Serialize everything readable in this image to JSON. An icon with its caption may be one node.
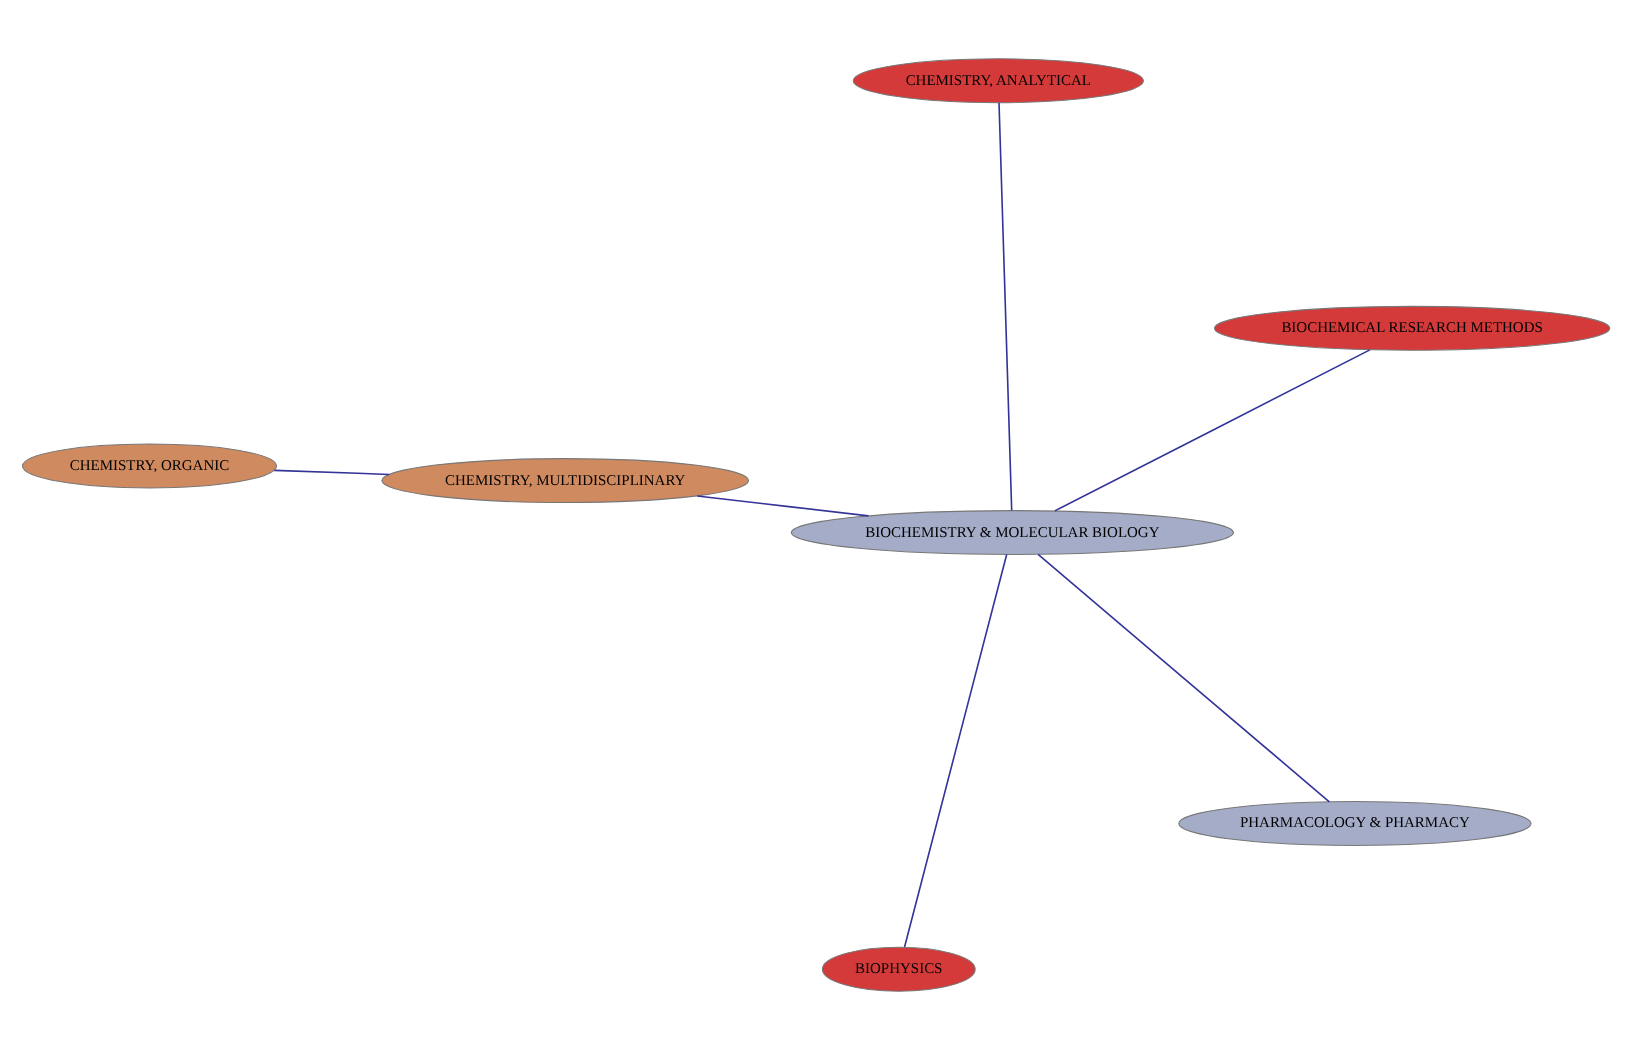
{
  "diagram": {
    "nodes": [
      {
        "text": [
          "BIOPHYSICS"
        ]
      },
      {
        "text": [
          "PHARMACOLOGY & PHARMACY"
        ]
      },
      {
        "text": [
          "BIOCHEMISTRY & MOLECULAR BIOLOGY"
        ]
      },
      {
        "text": [
          "CHEMISTRY, MULTIDISCIPLINARY"
        ]
      },
      {
        "text": [
          "BIOCHEMICAL RESEARCH METHODS"
        ]
      },
      {
        "text": [
          "CHEMISTRY, ANALYTICAL"
        ]
      },
      {
        "text": [
          "CHEMISTRY, ORGANIC"
        ]
      }
    ],
    "edges": [
      {
        "from": 2,
        "to": 0,
        "arrow": "none"
      },
      {
        "from": 2,
        "to": 1,
        "arrow": "none"
      },
      {
        "from": 2,
        "to": 3,
        "arrow": "none"
      },
      {
        "from": 2,
        "to": 4,
        "arrow": "none"
      },
      {
        "from": 2,
        "to": 5,
        "arrow": "none"
      },
      {
        "from": 3,
        "to": 6,
        "arrow": "none"
      }
    ]
  }
}
